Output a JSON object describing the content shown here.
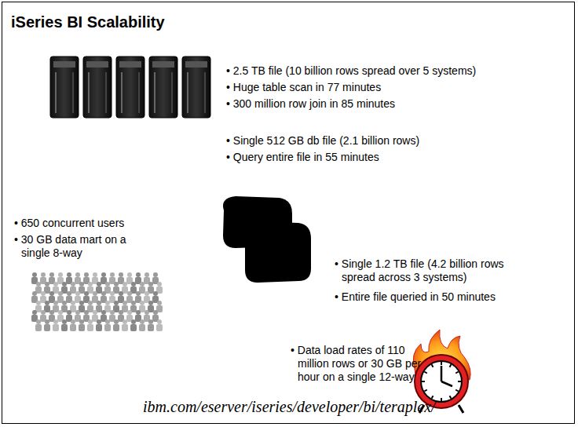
{
  "diagram": {
    "title": "iSeries BI Scalability",
    "caption": "ibm.com/eserver/iseries/developer/bi/teraplex/",
    "labels": [
      "• 2.5 TB file (10 billion rows spread over 5 systems)",
      "• Huge table scan in 77 minutes",
      "• 300 million row join in 85 minutes",
      "• Single 512 GB db file (2.1 billion rows)",
      "• Query entire file in 55 minutes",
      "• 650 concurrent users",
      "• 30 GB data mart on a single 8-way",
      "• Single 1.2 TB file (4.2 billion rows spread across 3 systems)",
      "• Entire file queried in 50 minutes",
      "• Data load rates of 110 million rows or 30 GB per hour on a single 12-way"
    ]
  }
}
